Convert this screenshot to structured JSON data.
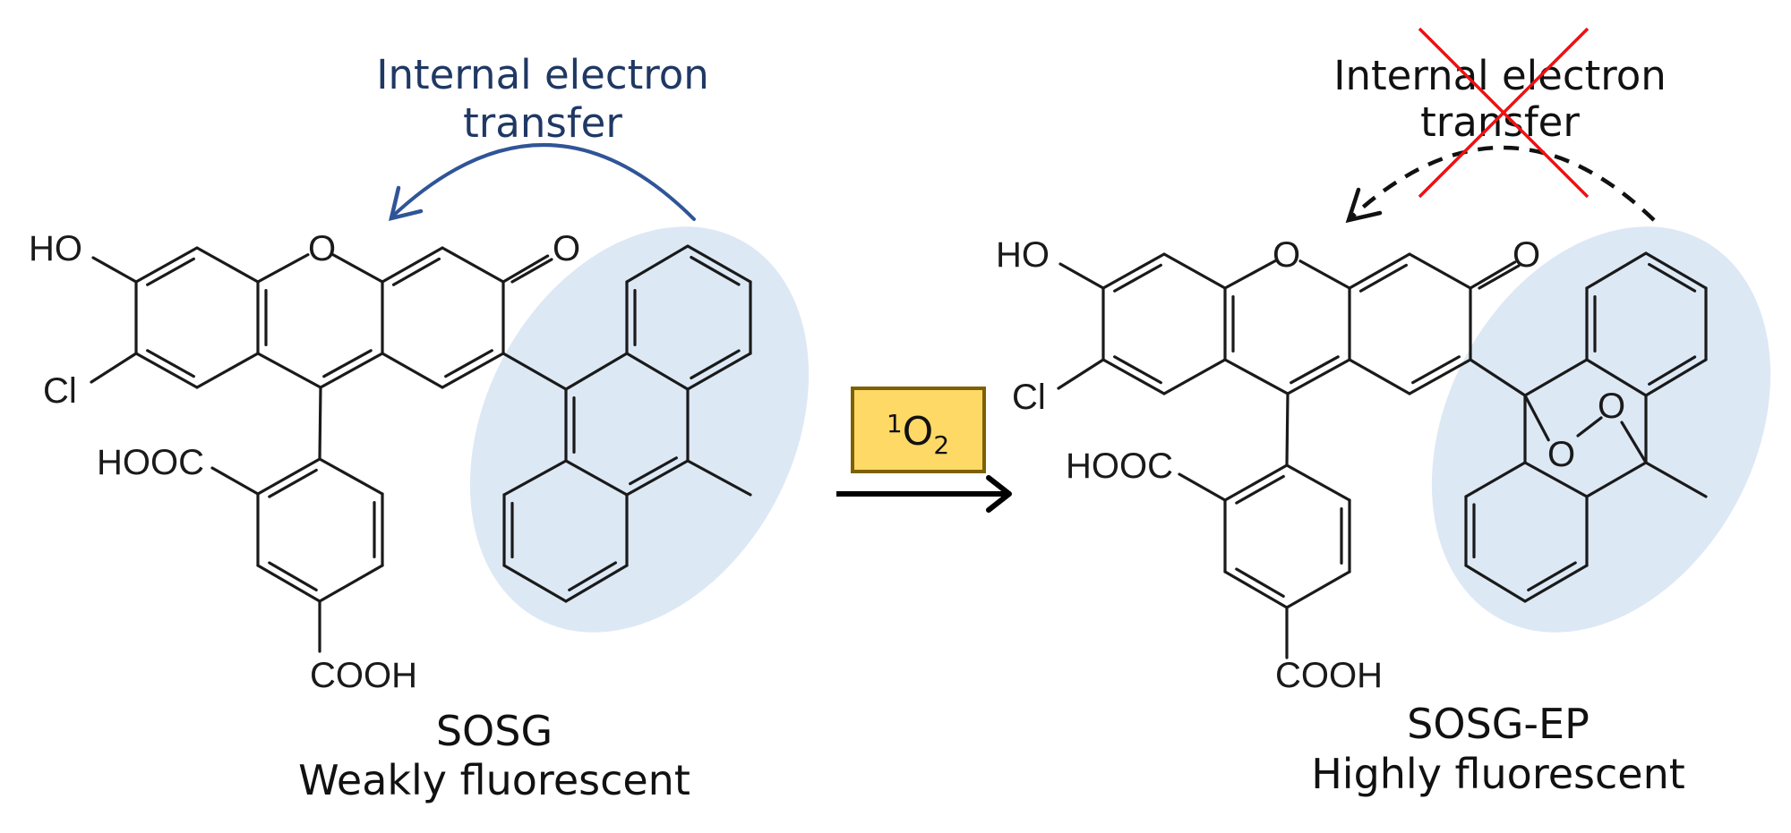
{
  "colors": {
    "highlight_fill": "#dde8f5",
    "electron_transfer_text": "#1f3864",
    "electron_transfer_arrow": "#2f5597",
    "blocked_cross": "#ee1111",
    "reagent_fill": "#ffd966",
    "reagent_border": "#7f6000",
    "ink": "#1a1a1a"
  },
  "left_molecule": {
    "name": "SOSG",
    "description": "Weakly fluorescent",
    "annotation_line1": "Internal electron",
    "annotation_line2": "transfer",
    "annotation_state": "active",
    "labels": {
      "hydroxyl": "HO",
      "ring_oxygen": "O",
      "carbonyl_oxygen": "O",
      "chloro": "Cl",
      "ortho_carboxyl": "HOOC",
      "para_carboxyl": "COOH"
    }
  },
  "reaction": {
    "reagent_superscript": "1",
    "reagent_symbol": "O",
    "reagent_subscript": "2",
    "arrow_icon": "right-arrow-icon"
  },
  "right_molecule": {
    "name": "SOSG-EP",
    "description": "Highly fluorescent",
    "annotation_line1": "Internal electron",
    "annotation_line2": "transfer",
    "annotation_state": "blocked",
    "labels": {
      "hydroxyl": "HO",
      "ring_oxygen": "O",
      "carbonyl_oxygen": "O",
      "chloro": "Cl",
      "ortho_carboxyl": "HOOC",
      "para_carboxyl": "COOH",
      "peroxide_o1": "O",
      "peroxide_o2": "O"
    }
  }
}
